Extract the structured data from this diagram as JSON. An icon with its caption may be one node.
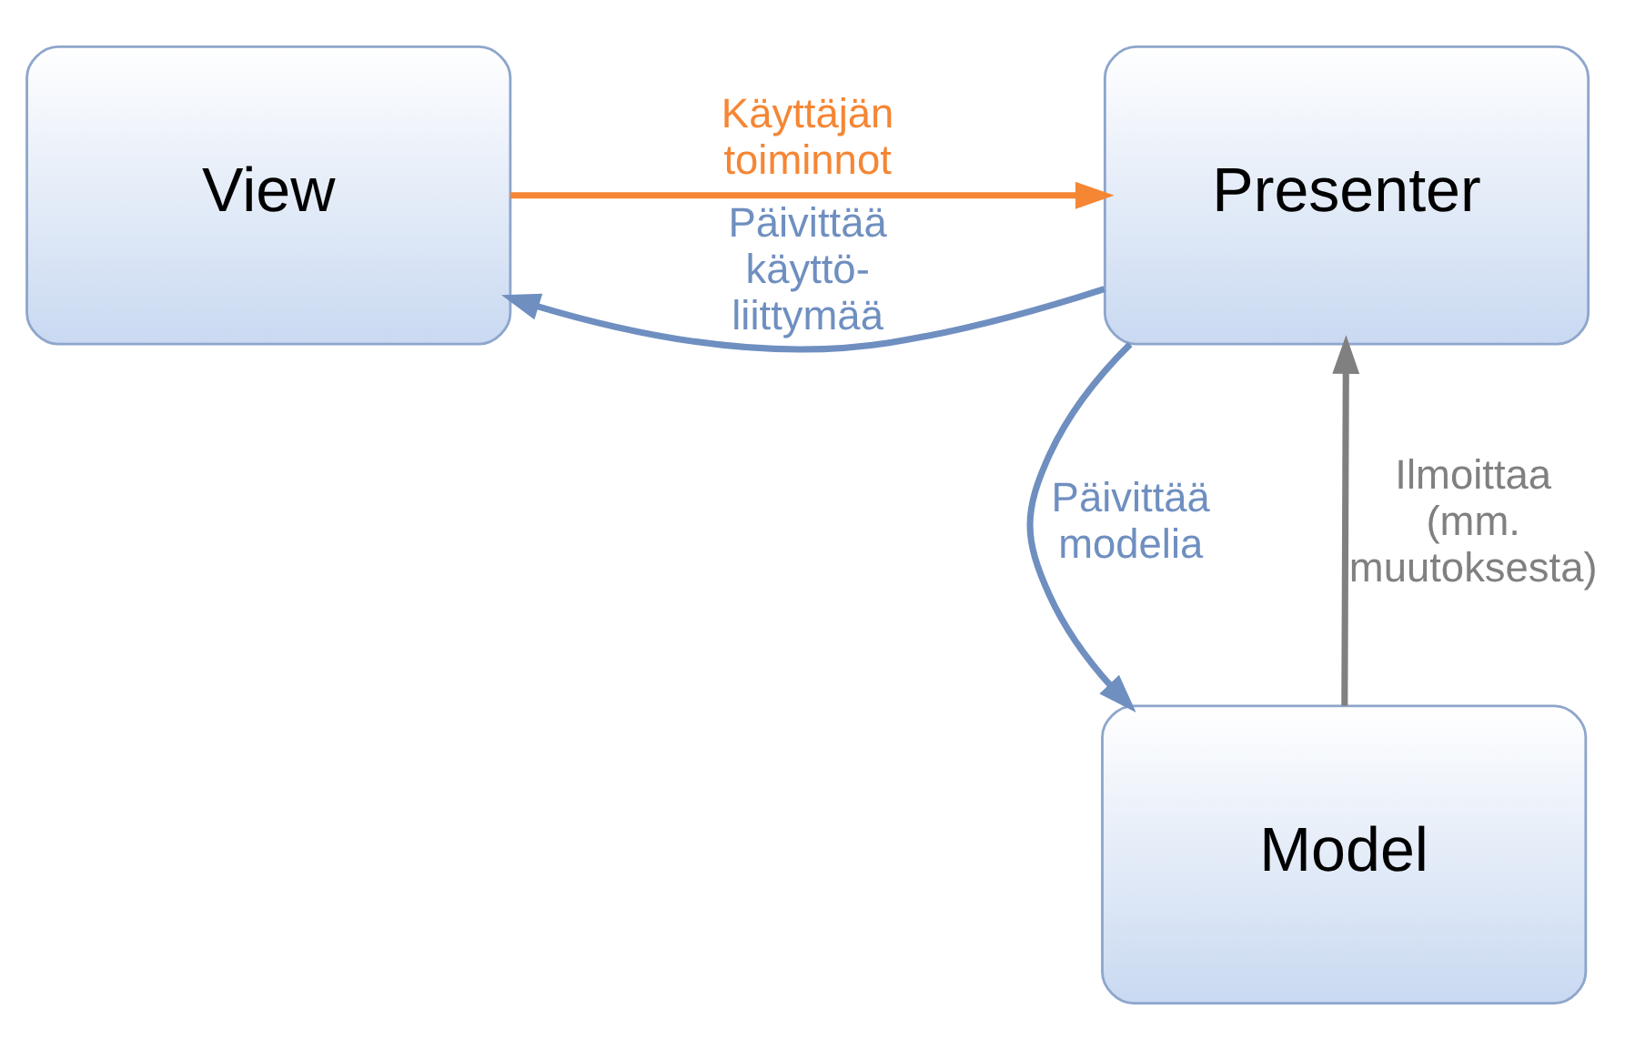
{
  "diagram": {
    "nodes": [
      {
        "text": [
          "View"
        ]
      },
      {
        "text": [
          "Presenter"
        ]
      },
      {
        "text": [
          "Model"
        ]
      }
    ],
    "edges": [
      {
        "from": 0,
        "to": 1,
        "arrow": "to",
        "label": "Käyttäjän toiminnot",
        "color": "#f58634"
      },
      {
        "from": 1,
        "to": 0,
        "arrow": "to",
        "label": "Päivittää käyttö- liittymää",
        "color": "#6f8fc0"
      },
      {
        "from": 1,
        "to": 2,
        "arrow": "to",
        "label": "Päivittää modelia",
        "color": "#6f8fc0"
      },
      {
        "from": 2,
        "to": 1,
        "arrow": "to",
        "label": "Ilmoittaa (mm. muutoksesta)",
        "color": "#808080"
      }
    ]
  }
}
